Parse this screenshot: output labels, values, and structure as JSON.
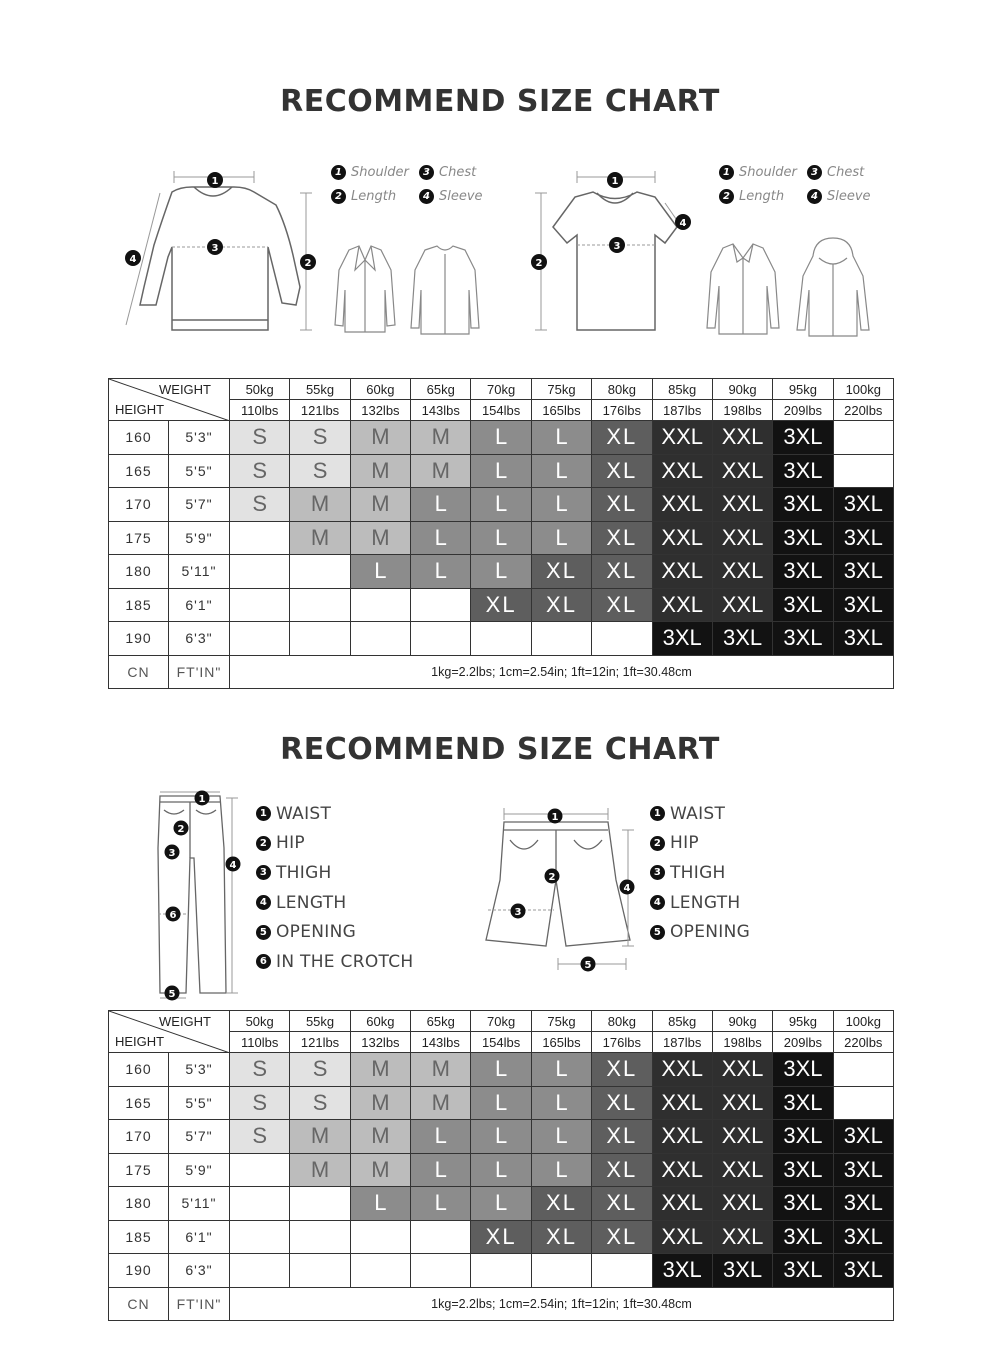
{
  "section1": {
    "title": "RECOMMEND SIZE CHART",
    "legend_left": [
      [
        {
          "n": "1",
          "label": "Shoulder"
        },
        {
          "n": "3",
          "label": "Chest"
        }
      ],
      [
        {
          "n": "2",
          "label": "Length"
        },
        {
          "n": "4",
          "label": "Sleeve"
        }
      ]
    ],
    "legend_right": [
      [
        {
          "n": "1",
          "label": "Shoulder"
        },
        {
          "n": "3",
          "label": "Chest"
        }
      ],
      [
        {
          "n": "2",
          "label": "Length"
        },
        {
          "n": "4",
          "label": "Sleeve"
        }
      ]
    ]
  },
  "section2": {
    "title": "RECOMMEND SIZE CHART",
    "legend_left": [
      {
        "n": "1",
        "label": "WAIST"
      },
      {
        "n": "2",
        "label": "HIP"
      },
      {
        "n": "3",
        "label": "THIGH"
      },
      {
        "n": "4",
        "label": "LENGTH"
      },
      {
        "n": "5",
        "label": "OPENING"
      },
      {
        "n": "6",
        "label": "IN THE CROTCH"
      }
    ],
    "legend_right": [
      {
        "n": "1",
        "label": "WAIST"
      },
      {
        "n": "2",
        "label": "HIP"
      },
      {
        "n": "3",
        "label": "THIGH"
      },
      {
        "n": "4",
        "label": "LENGTH"
      },
      {
        "n": "5",
        "label": "OPENING"
      }
    ]
  },
  "table": {
    "weight_label": "WEIGHT",
    "height_label": "HEIGHT",
    "kg": [
      "50kg",
      "55kg",
      "60kg",
      "65kg",
      "70kg",
      "75kg",
      "80kg",
      "85kg",
      "90kg",
      "95kg",
      "100kg"
    ],
    "lbs": [
      "110lbs",
      "121lbs",
      "132lbs",
      "143lbs",
      "154lbs",
      "165lbs",
      "176lbs",
      "187lbs",
      "198lbs",
      "209lbs",
      "220lbs"
    ],
    "rows": [
      {
        "cm": "160",
        "ft": "5'3\"",
        "sizes": [
          "S",
          "S",
          "M",
          "M",
          "L",
          "L",
          "XL",
          "XXL",
          "XXL",
          "3XL",
          ""
        ]
      },
      {
        "cm": "165",
        "ft": "5'5\"",
        "sizes": [
          "S",
          "S",
          "M",
          "M",
          "L",
          "L",
          "XL",
          "XXL",
          "XXL",
          "3XL",
          ""
        ]
      },
      {
        "cm": "170",
        "ft": "5'7\"",
        "sizes": [
          "S",
          "M",
          "M",
          "L",
          "L",
          "L",
          "XL",
          "XXL",
          "XXL",
          "3XL",
          "3XL"
        ]
      },
      {
        "cm": "175",
        "ft": "5'9\"",
        "sizes": [
          "",
          "M",
          "M",
          "L",
          "L",
          "L",
          "XL",
          "XXL",
          "XXL",
          "3XL",
          "3XL"
        ]
      },
      {
        "cm": "180",
        "ft": "5'11\"",
        "sizes": [
          "",
          "",
          "L",
          "L",
          "L",
          "XL",
          "XL",
          "XXL",
          "XXL",
          "3XL",
          "3XL"
        ]
      },
      {
        "cm": "185",
        "ft": "6'1\"",
        "sizes": [
          "",
          "",
          "",
          "",
          "XL",
          "XL",
          "XL",
          "XXL",
          "XXL",
          "3XL",
          "3XL"
        ]
      },
      {
        "cm": "190",
        "ft": "6'3\"",
        "sizes": [
          "",
          "",
          "",
          "",
          "",
          "",
          "",
          "3XL",
          "3XL",
          "3XL",
          "3XL"
        ]
      }
    ],
    "footer_cn": "CN",
    "footer_ft": "FT'IN\"",
    "footer_note": "1kg=2.2lbs; 1cm=2.54in; 1ft=12in; 1ft=30.48cm"
  },
  "colors": {
    "S": "#e2e2e2",
    "M": "#bcbcbc",
    "L": "#8c8c8c",
    "XL": "#5e5e5e",
    "XXL": "#2f2f2f",
    "3XL": "#121212"
  }
}
